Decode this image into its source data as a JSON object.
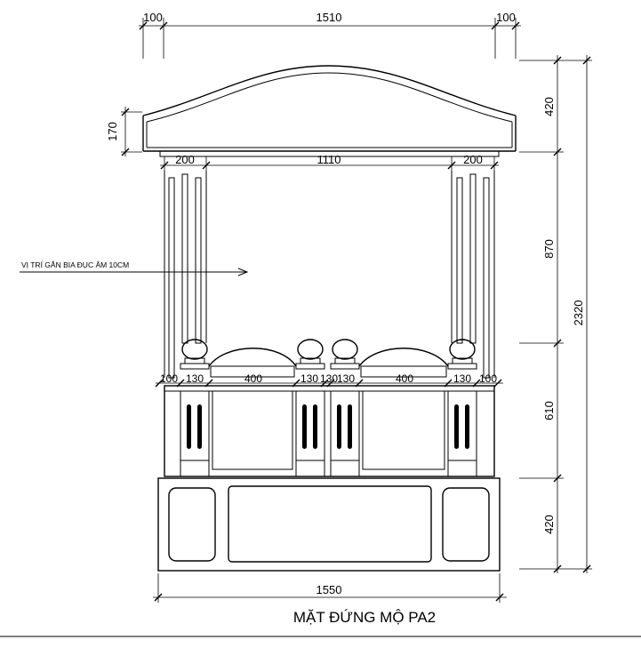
{
  "dimensions": {
    "top_left_margin": "100",
    "top_width": "1510",
    "top_right_margin": "100",
    "roof_height_right": "420",
    "cornice_height": "170",
    "column_left_width": "200",
    "column_gap": "1110",
    "column_right_width": "200",
    "column_height": "870",
    "total_height": "2320",
    "rail_height": "610",
    "base_height": "420",
    "base_width": "1550",
    "rail_segments": [
      "100",
      "130",
      "400",
      "130",
      "130",
      "130",
      "400",
      "130",
      "100"
    ]
  },
  "annotation": {
    "stele_note": "VỊ TRÍ GẮN BIA ĐỤC ÂM 10CM"
  },
  "title": "MẶT ĐỨNG MỘ PA2"
}
